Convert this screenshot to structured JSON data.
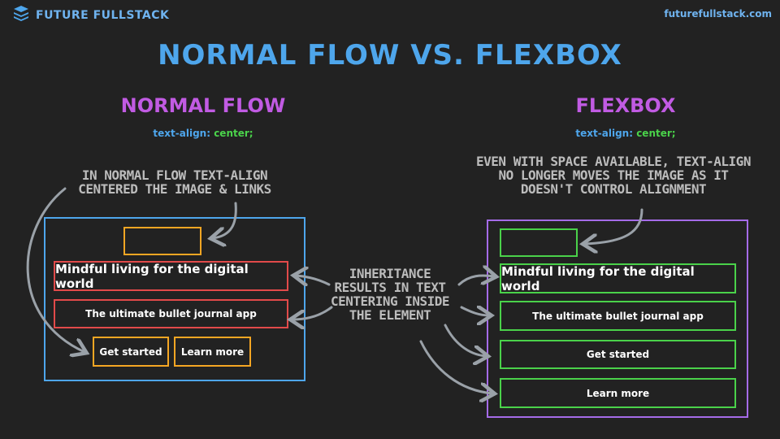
{
  "header": {
    "brand": "FUTURE FULLSTACK",
    "site": "futurefullstack.com"
  },
  "title": "NORMAL FLOW VS. FLEXBOX",
  "normal": {
    "heading": "NORMAL FLOW",
    "code_prop": "text-align:",
    "code_val": "center;",
    "note_lines": [
      "IN NORMAL FLOW TEXT-ALIGN",
      "CENTERED THE IMAGE & LINKS"
    ],
    "headline": "Mindful living for the digital world",
    "subline": "The ultimate bullet journal app",
    "btn1": "Get started",
    "btn2": "Learn more"
  },
  "flex": {
    "heading": "FLEXBOX",
    "code_prop": "text-align:",
    "code_val": "center;",
    "note_lines": [
      "EVEN WITH SPACE AVAILABLE, TEXT-ALIGN",
      "NO LONGER MOVES THE IMAGE AS IT",
      "DOESN'T CONTROL ALIGNMENT"
    ],
    "headline": "Mindful living for the digital world",
    "subline": "The ultimate bullet journal app",
    "btn1": "Get started",
    "btn2": "Learn more"
  },
  "middle_note_lines": [
    "INHERITANCE",
    "RESULTS IN TEXT",
    "CENTERING INSIDE",
    "THE ELEMENT"
  ],
  "colors": {
    "blue": "#4ea6ec",
    "purple": "#a56be8",
    "orange": "#f5a623",
    "red": "#e24a4a",
    "green": "#4ad24a",
    "arrow": "#9aa1a8"
  },
  "icons": {
    "brand": "stacked-layers-icon"
  }
}
